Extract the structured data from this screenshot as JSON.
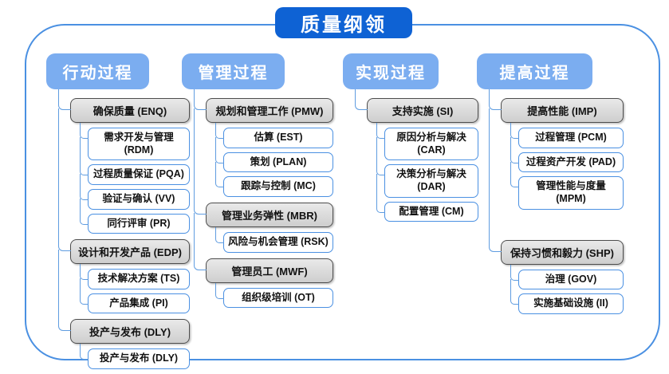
{
  "title": "质量纲领",
  "colors": {
    "title_bg": "#0e62d4",
    "column_header_bg": "#7badf0",
    "connector_line": "#5f9ce0",
    "practice_box_border": "#4a90e2",
    "process_area_bg": "#d9d9d9",
    "process_area_border": "#4d4d4d",
    "frame_border": "#4a90e2"
  },
  "columns": [
    {
      "id": "action",
      "header": "行动过程",
      "groups": [
        {
          "label": "确保质量 (ENQ)",
          "children": [
            "需求开发与管理 (RDM)",
            "过程质量保证 (PQA)",
            "验证与确认 (VV)",
            "同行评审 (PR)"
          ]
        },
        {
          "label": "设计和开发产品 (EDP)",
          "children": [
            "技术解决方案 (TS)",
            "产品集成 (PI)"
          ]
        },
        {
          "label": "投产与发布 (DLY)",
          "children": [
            "投产与发布 (DLY)"
          ]
        }
      ]
    },
    {
      "id": "management",
      "header": "管理过程",
      "groups": [
        {
          "label": "规划和管理工作 (PMW)",
          "children": [
            "估算 (EST)",
            "策划 (PLAN)",
            "跟踪与控制 (MC)"
          ]
        },
        {
          "label": "管理业务弹性 (MBR)",
          "children": [
            "风险与机会管理 (RSK)"
          ]
        },
        {
          "label": "管理员工 (MWF)",
          "children": [
            "组织级培训 (OT)"
          ]
        }
      ]
    },
    {
      "id": "implementation",
      "header": "实现过程",
      "groups": [
        {
          "label": "支持实施 (SI)",
          "children": [
            "原因分析与解决 (CAR)",
            "决策分析与解决 (DAR)",
            "配置管理 (CM)"
          ]
        }
      ]
    },
    {
      "id": "improvement",
      "header": "提高过程",
      "groups": [
        {
          "label": "提高性能 (IMP)",
          "children": [
            "过程管理 (PCM)",
            "过程资产开发 (PAD)",
            "管理性能与度量 (MPM)"
          ]
        },
        {
          "label": "保持习惯和毅力 (SHP)",
          "children": [
            "治理 (GOV)",
            "实施基础设施 (II)"
          ]
        }
      ]
    }
  ]
}
